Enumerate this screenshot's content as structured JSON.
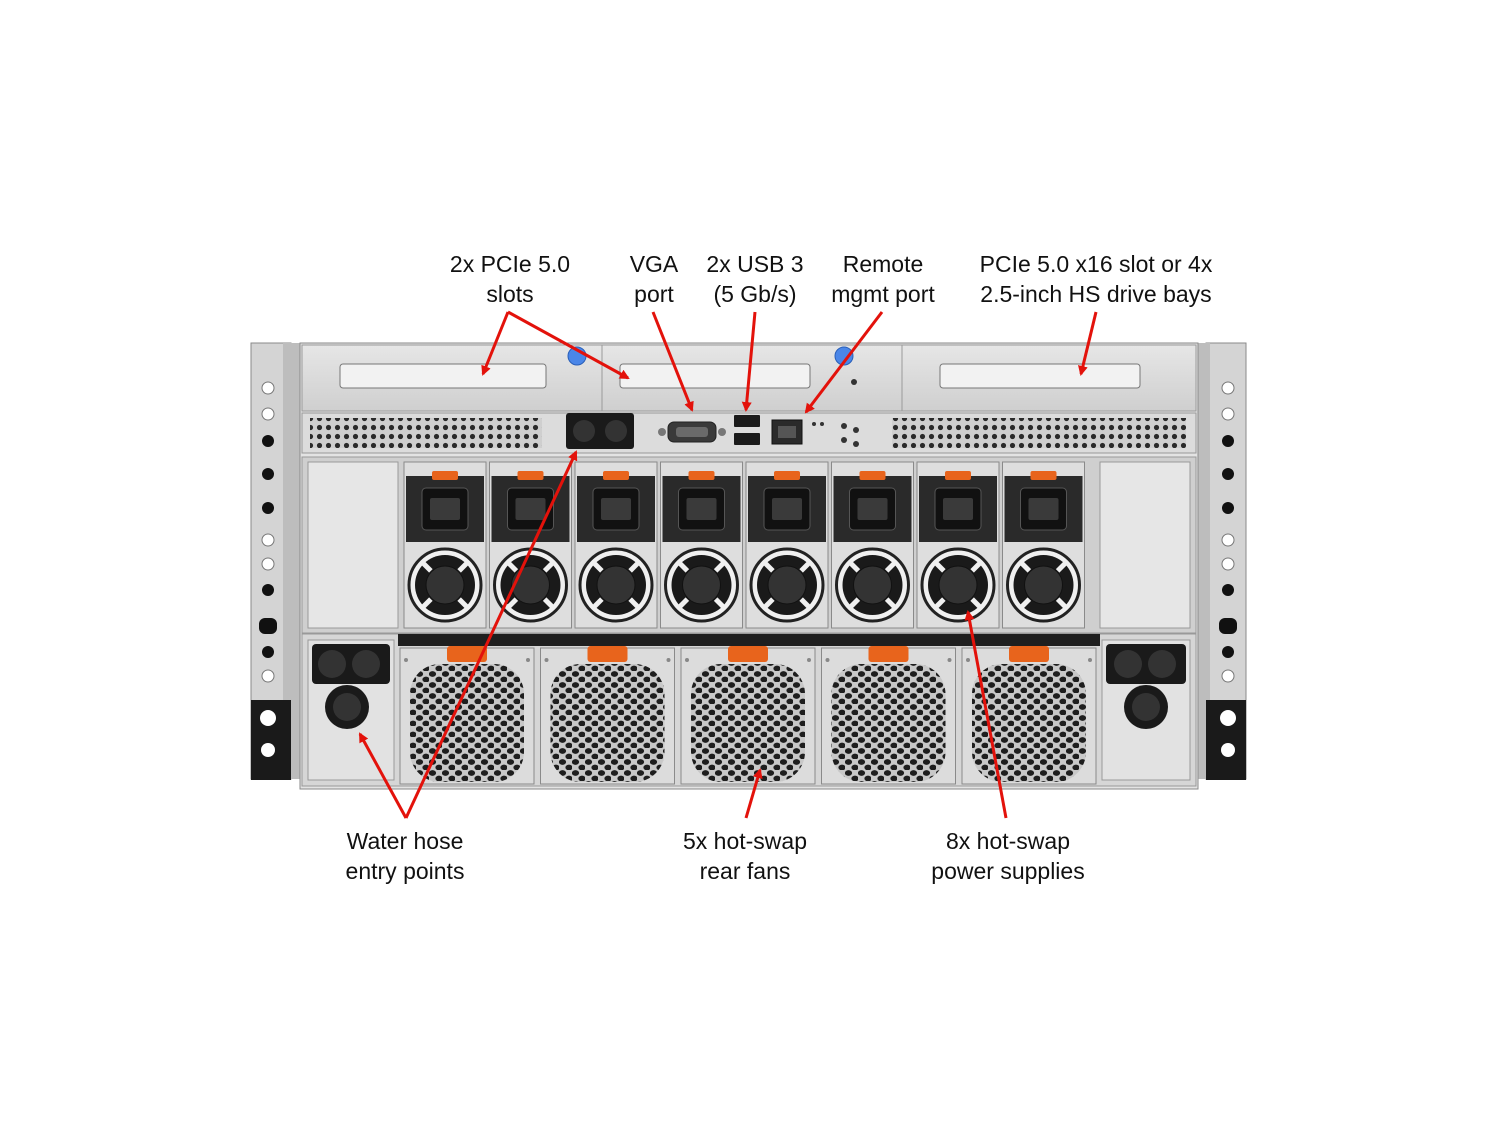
{
  "colors": {
    "arrow": "#e3120b",
    "chassis": "#d9d9d9",
    "chassis_dark": "#1a1a1a",
    "latch": "#e8641c",
    "accent_blue": "#4a86e8"
  },
  "callouts": {
    "pcie_slots": {
      "line1": "2x PCIe 5.0",
      "line2": "slots"
    },
    "vga": {
      "line1": "VGA",
      "line2": "port"
    },
    "usb": {
      "line1": "2x USB 3",
      "line2": "(5 Gb/s)"
    },
    "remote_mgmt": {
      "line1": "Remote",
      "line2": "mgmt port"
    },
    "drive_bays": {
      "line1": "PCIe 5.0 x16 slot or 4x",
      "line2": "2.5-inch HS drive bays"
    },
    "water_hose": {
      "line1": "Water hose",
      "line2": "entry points"
    },
    "rear_fans": {
      "line1": "5x hot-swap",
      "line2": "rear fans"
    },
    "power_supplies": {
      "line1": "8x hot-swap",
      "line2": "power supplies"
    }
  },
  "server": {
    "psu_count": 8,
    "fan_count": 5
  }
}
